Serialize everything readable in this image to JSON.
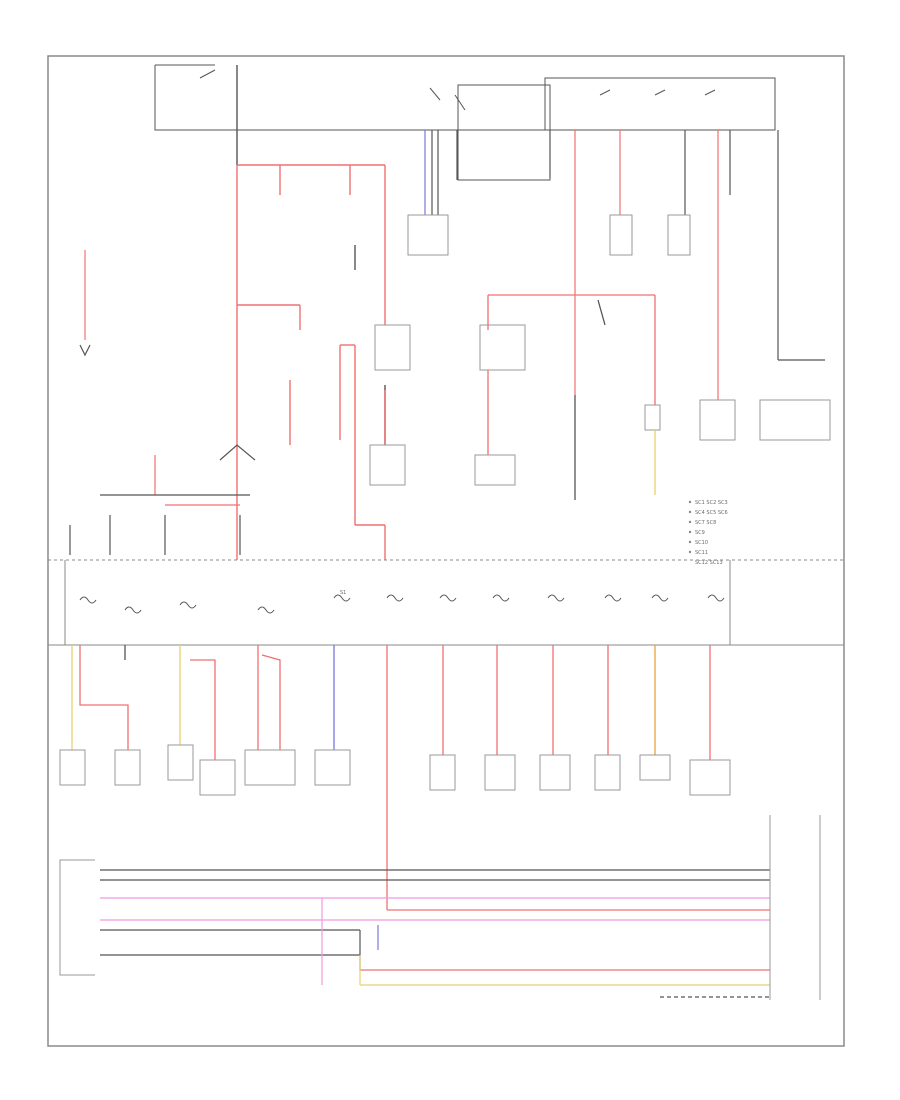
{
  "colors": {
    "frame": "#8a8a8a",
    "wire_black": "#555555",
    "wire_red": "#f07070",
    "wire_pink": "#f09ae0",
    "wire_blue": "#7777dd",
    "wire_yellow": "#e8d070",
    "wire_orange": "#e8a040"
  },
  "labels": {
    "fuse_s1_circuit": "S1",
    "sc_list": [
      "SC1 SC2 SC3",
      "SC4 SC5 SC6",
      "SC7 SC8",
      "SC9",
      "SC10",
      "SC11",
      "SC12 SC13"
    ]
  }
}
